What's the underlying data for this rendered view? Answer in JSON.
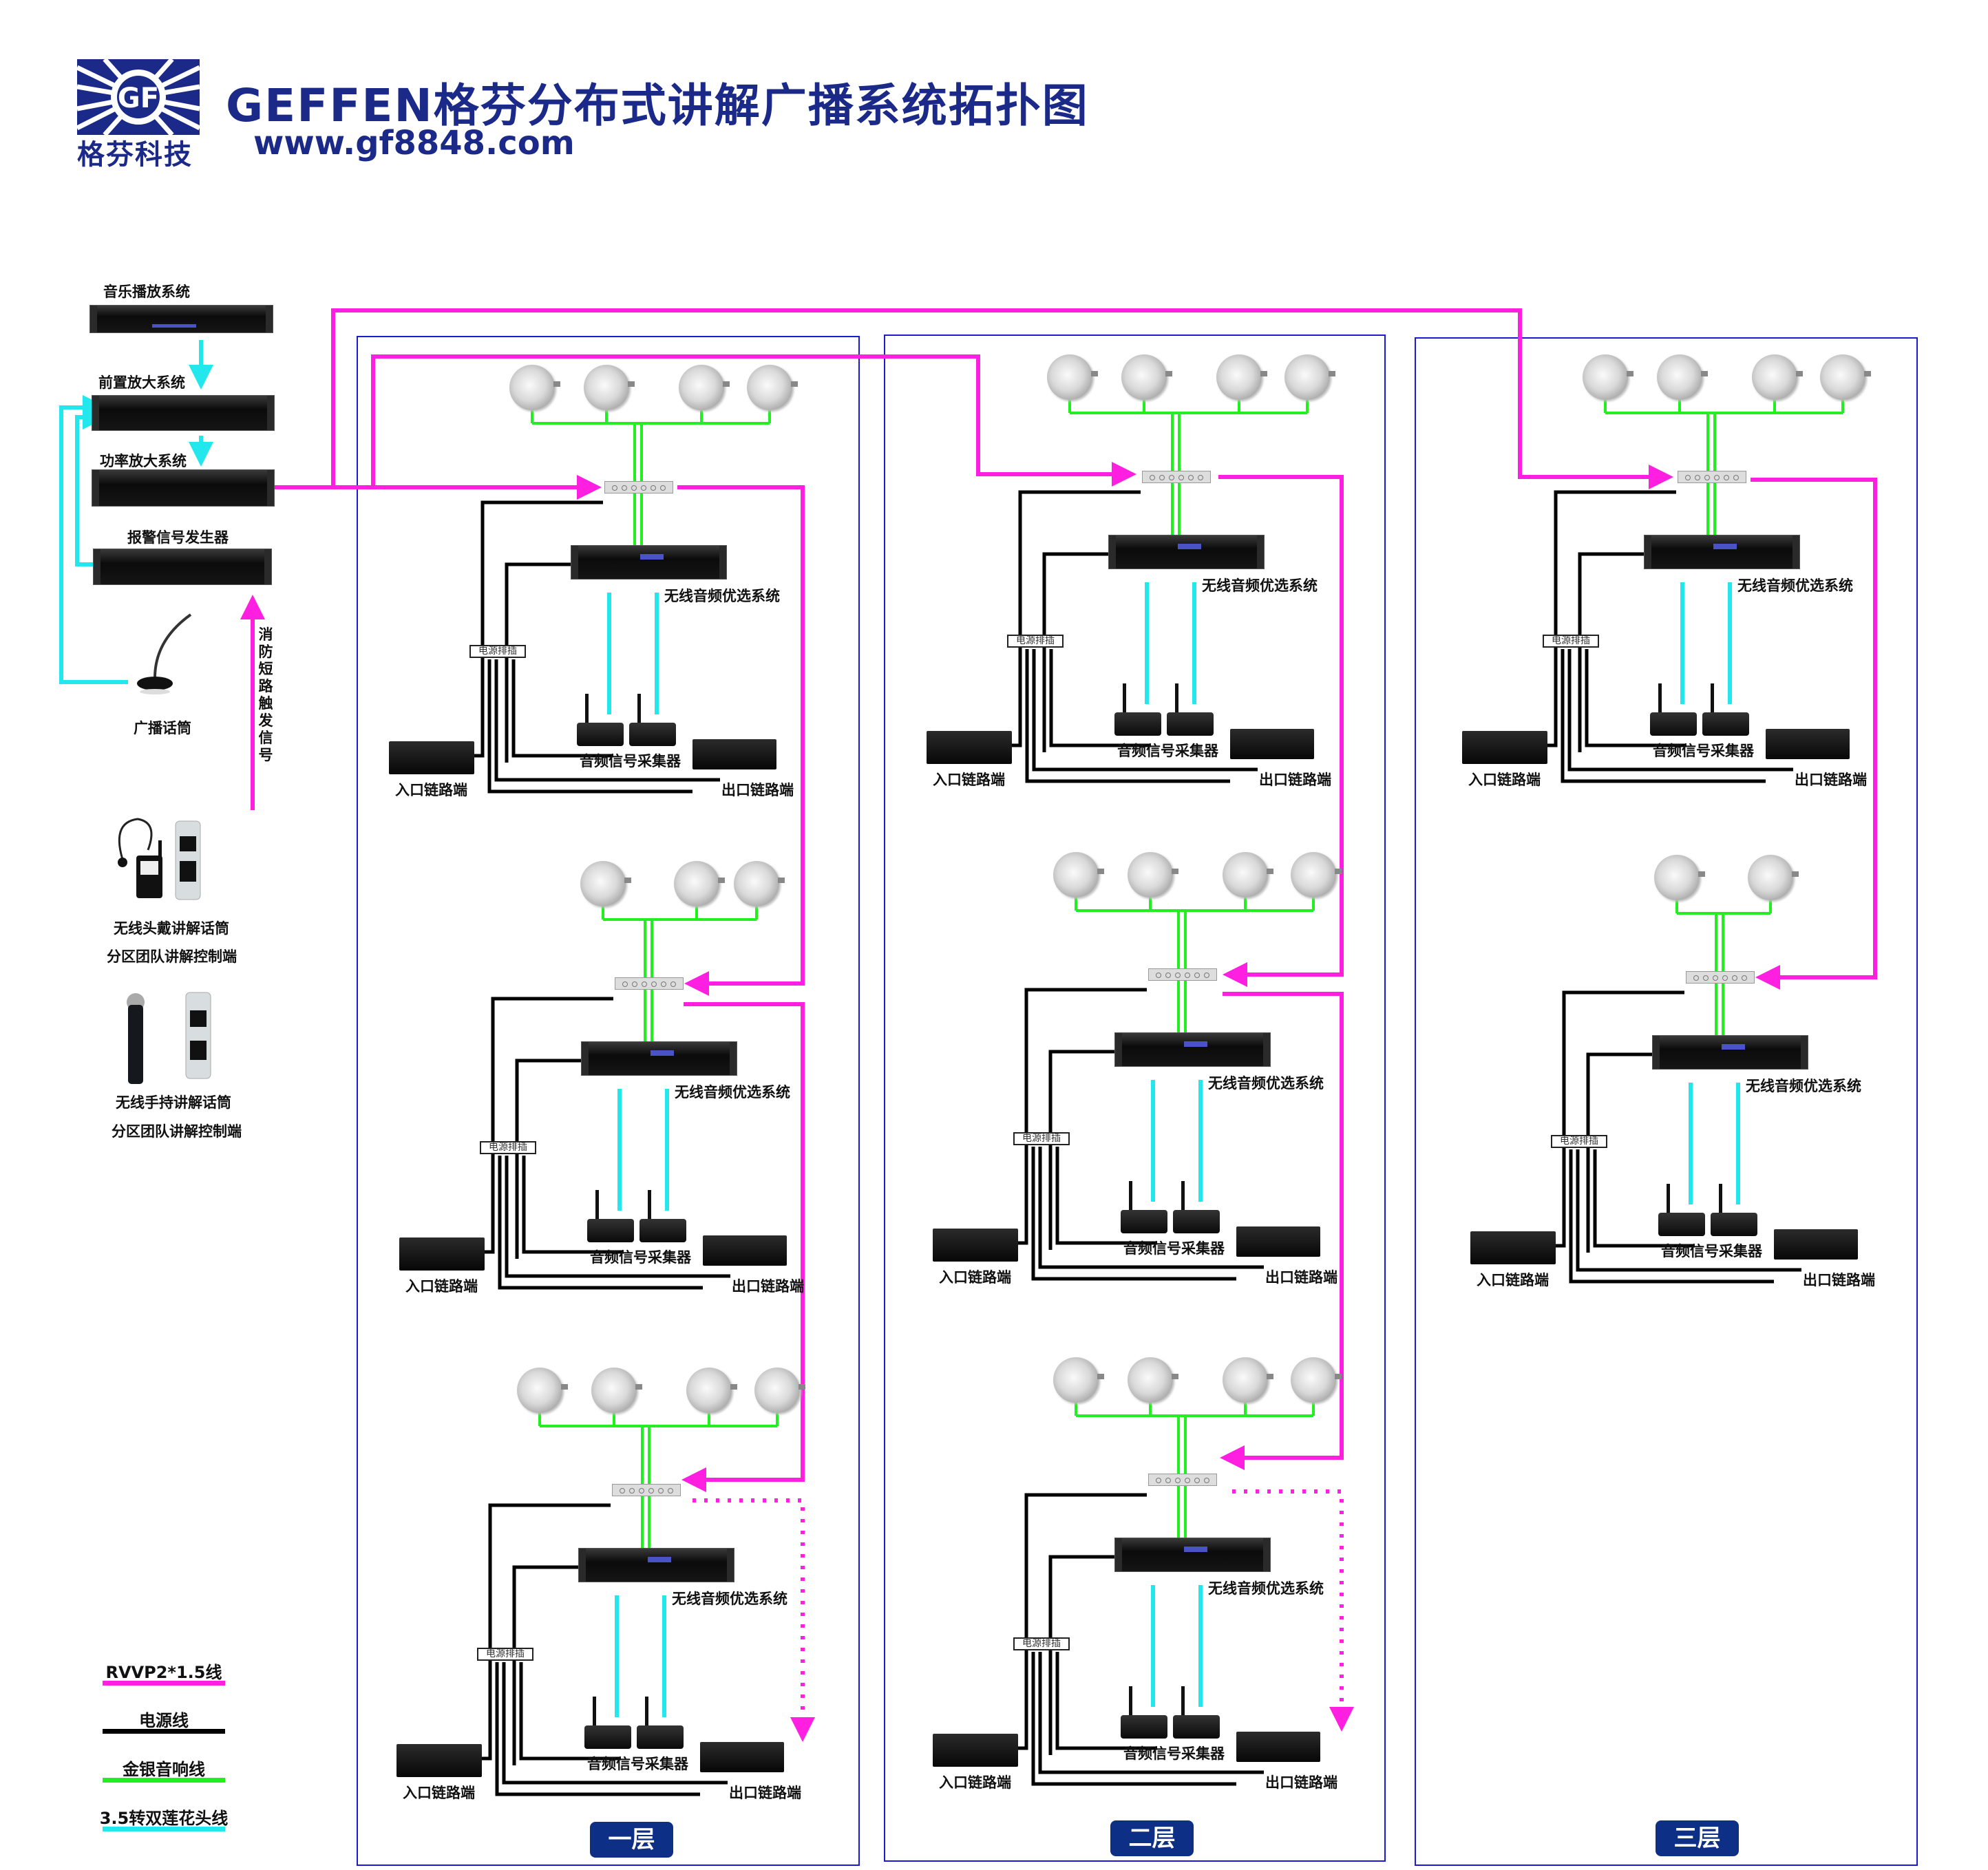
{
  "header": {
    "title": "GEFFEN格芬分布式讲解广播系统拓扑图",
    "url": "www.gf8848.com",
    "logo_text": "格芬科技",
    "brand_color": "#1b2a88"
  },
  "source_chain": {
    "music": "音乐播放系统",
    "preamp": "前置放大系统",
    "power_amp": "功率放大系统",
    "alarm": "报警信号发生器",
    "paging_mic": "广播话筒",
    "fire_signal": "消防短路触发信号"
  },
  "handhelds": [
    {
      "line1": "无线头戴讲解话筒",
      "line2": "分区团队讲解控制端"
    },
    {
      "line1": "无线手持讲解话筒",
      "line2": "分区团队讲解控制端"
    }
  ],
  "legend": [
    {
      "label": "RVVP2*1.5线",
      "color": "#ff1fe0"
    },
    {
      "label": "电源线",
      "color": "#000000"
    },
    {
      "label": "金银音响线",
      "color": "#22ee22"
    },
    {
      "label": "3.5转双莲花头线",
      "color": "#22e8ee"
    }
  ],
  "unit_labels": {
    "amp": "无线音频优选系统",
    "collector": "音频信号采集器",
    "entry": "入口链路端",
    "exit": "出口链路端",
    "power_strip": "电源排插"
  },
  "zones": [
    {
      "floor": "一层",
      "units": [
        {
          "speakers": 4
        },
        {
          "speakers": 3
        },
        {
          "speakers": 4
        }
      ]
    },
    {
      "floor": "二层",
      "units": [
        {
          "speakers": 4
        },
        {
          "speakers": 4
        },
        {
          "speakers": 4
        }
      ]
    },
    {
      "floor": "三层",
      "units": [
        {
          "speakers": 4
        },
        {
          "speakers": 2
        }
      ]
    }
  ]
}
